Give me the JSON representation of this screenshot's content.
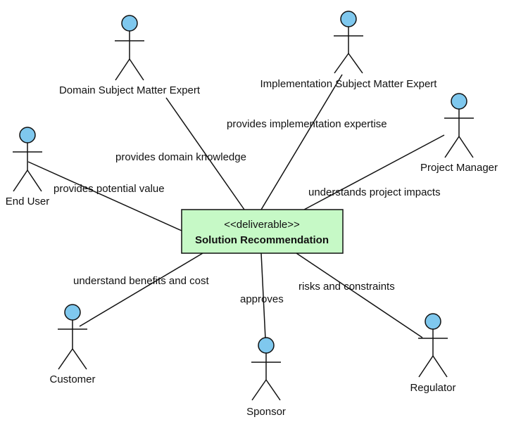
{
  "colors": {
    "actor_head_fill": "#7fc8ee",
    "deliverable_fill": "#c6f9c6",
    "line": "#111111"
  },
  "deliverable": {
    "stereotype": "<<deliverable>>",
    "name": "Solution Recommendation"
  },
  "actors": {
    "domain_sme": "Domain Subject Matter Expert",
    "impl_sme": "Implementation Subject Matter Expert",
    "project_manager": "Project Manager",
    "end_user": "End User",
    "customer": "Customer",
    "sponsor": "Sponsor",
    "regulator": "Regulator"
  },
  "associations": {
    "domain_sme": "provides domain knowledge",
    "impl_sme": "provides implementation expertise",
    "project_manager": "understands project impacts",
    "end_user": "provides potential value",
    "customer": "understand benefits and cost",
    "sponsor": "approves",
    "regulator": "risks and constraints"
  }
}
